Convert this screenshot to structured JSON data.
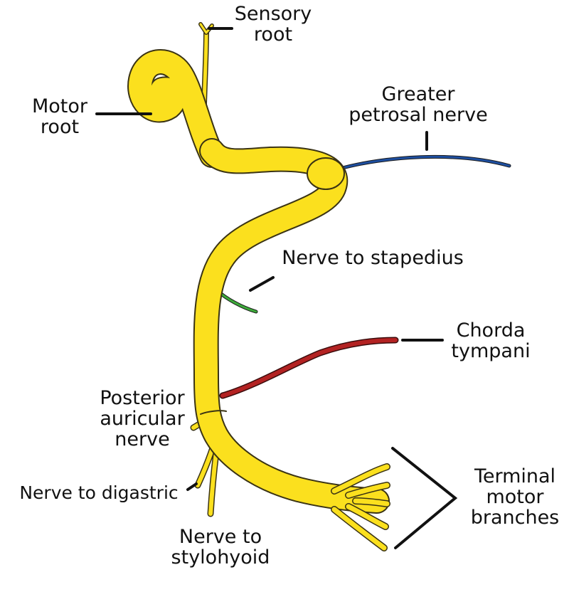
{
  "colors": {
    "facial_nerve": "#FBE01E",
    "facial_outline": "#3A3314",
    "greater_petrosal": "#1E4FA0",
    "nerve_to_stapedius": "#3DAA3A",
    "chorda_tympani": "#B32222",
    "leader_line": "#111111"
  },
  "labels": {
    "sensory_root": {
      "line1": "Sensory",
      "line2": "root"
    },
    "motor_root": {
      "line1": "Motor",
      "line2": "root"
    },
    "greater_petrosal": {
      "line1": "Greater",
      "line2": "petrosal nerve"
    },
    "nerve_to_stapedius": {
      "line1": "Nerve to stapedius"
    },
    "chorda_tympani": {
      "line1": "Chorda",
      "line2": "tympani"
    },
    "posterior_auricular": {
      "line1": "Posterior",
      "line2": "auricular",
      "line3": "nerve"
    },
    "nerve_to_digastric": {
      "line1": "Nerve to digastric"
    },
    "nerve_to_stylohyoid": {
      "line1": "Nerve to",
      "line2": "stylohyoid"
    },
    "terminal_motor": {
      "line1": "Terminal",
      "line2": "motor",
      "line3": "branches"
    }
  }
}
